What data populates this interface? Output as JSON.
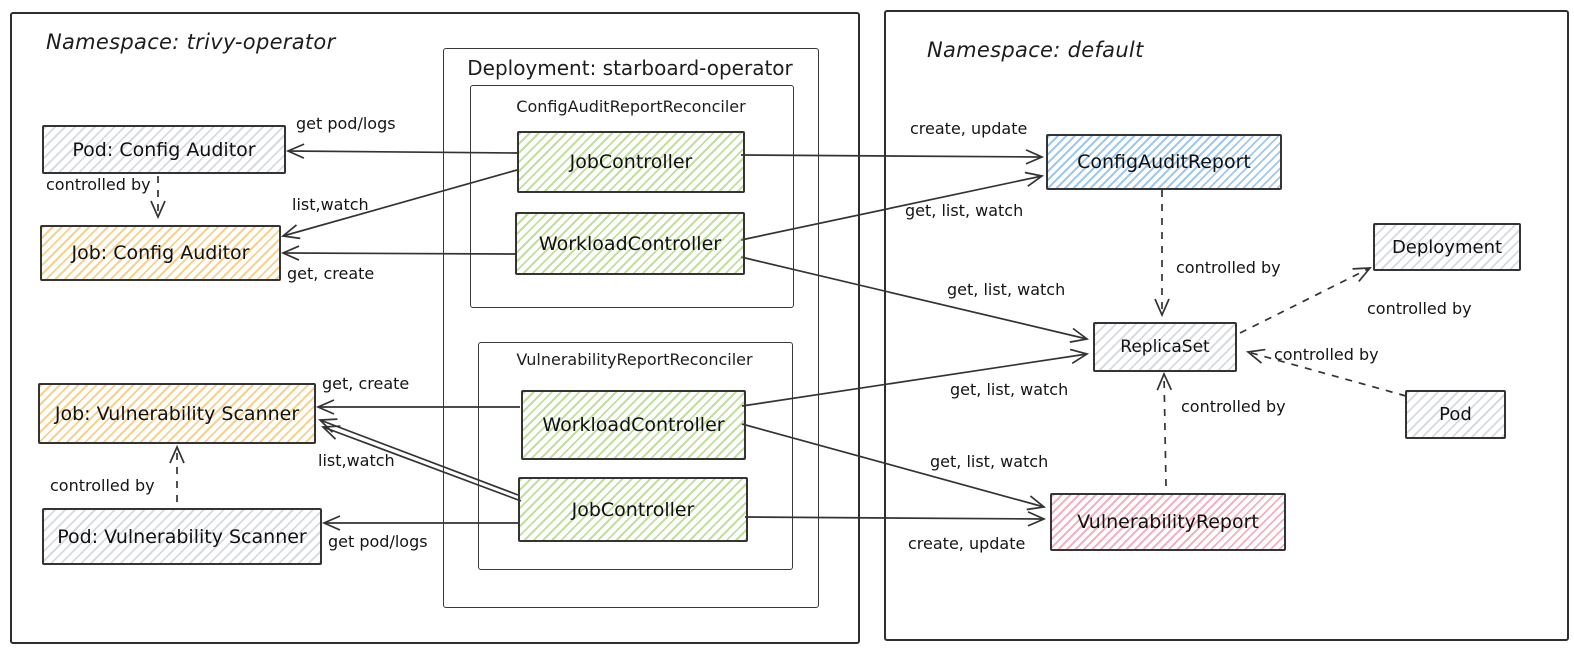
{
  "diagram": {
    "left_namespace_title": "Namespace: trivy-operator",
    "right_namespace_title": "Namespace: default",
    "deployment_group_title": "Deployment: starboard-operator",
    "reconcilers": {
      "config_audit_title": "ConfigAuditReportReconciler",
      "vulnerability_title": "VulnerabilityReportReconciler"
    },
    "nodes": {
      "pod_config_auditor": {
        "label": "Pod: Config Auditor",
        "color": "gray"
      },
      "job_config_auditor": {
        "label": "Job: Config Auditor",
        "color": "orange"
      },
      "job_vuln_scanner": {
        "label": "Job: Vulnerability Scanner",
        "color": "orange"
      },
      "pod_vuln_scanner": {
        "label": "Pod: Vulnerability Scanner",
        "color": "gray"
      },
      "jobcontroller_top": {
        "label": "JobController",
        "color": "green"
      },
      "workloadcontroller_top": {
        "label": "WorkloadController",
        "color": "green"
      },
      "workloadcontroller_bottom": {
        "label": "WorkloadController",
        "color": "green"
      },
      "jobcontroller_bottom": {
        "label": "JobController",
        "color": "green"
      },
      "config_audit_report": {
        "label": "ConfigAuditReport",
        "color": "blue"
      },
      "replica_set": {
        "label": "ReplicaSet",
        "color": "gray"
      },
      "deployment": {
        "label": "Deployment",
        "color": "gray"
      },
      "pod": {
        "label": "Pod",
        "color": "gray"
      },
      "vulnerability_report": {
        "label": "VulnerabilityReport",
        "color": "pink"
      }
    },
    "edges": [
      {
        "from": "JobController (ConfigAuditReportReconciler)",
        "to": "Pod: Config Auditor",
        "label": "get pod/logs",
        "style": "solid"
      },
      {
        "from": "JobController (ConfigAuditReportReconciler)",
        "to": "Job: Config Auditor",
        "label": "list,watch",
        "style": "solid"
      },
      {
        "from": "WorkloadController (ConfigAuditReportReconciler)",
        "to": "Job: Config Auditor",
        "label": "get, create",
        "style": "solid"
      },
      {
        "from": "JobController (ConfigAuditReportReconciler)",
        "to": "ConfigAuditReport",
        "label": "create, update",
        "style": "solid"
      },
      {
        "from": "WorkloadController (ConfigAuditReportReconciler)",
        "to": "ConfigAuditReport",
        "label": "get, list, watch",
        "style": "solid"
      },
      {
        "from": "WorkloadController (ConfigAuditReportReconciler)",
        "to": "ReplicaSet",
        "label": "get, list, watch",
        "style": "solid"
      },
      {
        "from": "WorkloadController (VulnerabilityReportReconciler)",
        "to": "ReplicaSet",
        "label": "get, list, watch",
        "style": "solid"
      },
      {
        "from": "WorkloadController (VulnerabilityReportReconciler)",
        "to": "Job: Vulnerability Scanner",
        "label": "get, create",
        "style": "solid"
      },
      {
        "from": "JobController (VulnerabilityReportReconciler)",
        "to": "Job: Vulnerability Scanner",
        "label": "list,watch",
        "style": "solid"
      },
      {
        "from": "JobController (VulnerabilityReportReconciler)",
        "to": "Pod: Vulnerability Scanner",
        "label": "get pod/logs",
        "style": "solid"
      },
      {
        "from": "WorkloadController (VulnerabilityReportReconciler)",
        "to": "VulnerabilityReport",
        "label": "get, list, watch",
        "style": "solid"
      },
      {
        "from": "JobController (VulnerabilityReportReconciler)",
        "to": "VulnerabilityReport",
        "label": "create, update",
        "style": "solid"
      },
      {
        "from": "Pod: Config Auditor",
        "to": "Job: Config Auditor",
        "label": "controlled by",
        "style": "dashed"
      },
      {
        "from": "Pod: Vulnerability Scanner",
        "to": "Job: Vulnerability Scanner",
        "label": "controlled by",
        "style": "dashed"
      },
      {
        "from": "ConfigAuditReport",
        "to": "ReplicaSet",
        "label": "controlled by",
        "style": "dashed"
      },
      {
        "from": "VulnerabilityReport",
        "to": "ReplicaSet",
        "label": "controlled by",
        "style": "dashed"
      },
      {
        "from": "ReplicaSet",
        "to": "Deployment",
        "label": "controlled by",
        "style": "dashed"
      },
      {
        "from": "Pod",
        "to": "ReplicaSet",
        "label": "controlled by",
        "style": "dashed"
      }
    ],
    "colors": {
      "stroke": "#333333",
      "green_hatch": "#94c858",
      "orange_hatch": "#f0b241",
      "blue_hatch": "#529ce0",
      "pink_hatch": "#e86a8a",
      "gray_hatch": "#969eaa"
    }
  }
}
